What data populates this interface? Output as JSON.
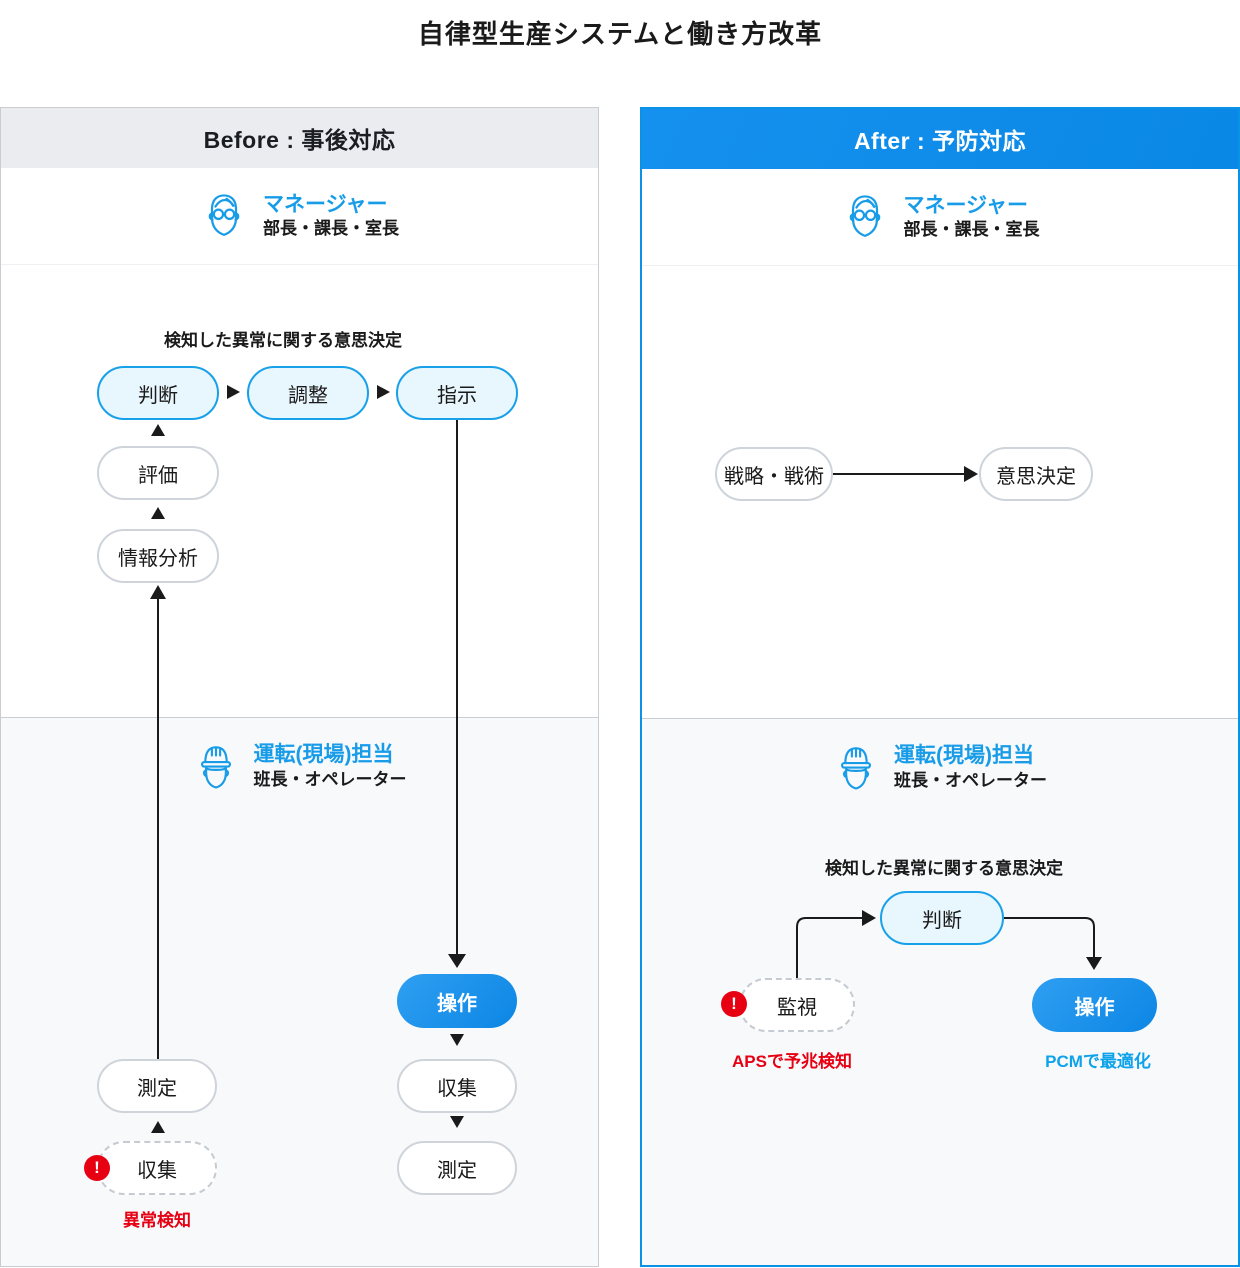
{
  "title": "自律型生産システムと働き方改革",
  "alert_glyph": "!",
  "colors": {
    "accent_blue": "#189ce8",
    "header_blue": "#0d8de9",
    "panel_border_blue": "#0992e6",
    "pill_light_blue_fill": "#e8f6fd",
    "pill_solid_blue": "#0c86e5",
    "alert_red": "#e60012",
    "caption_blue": "#0ea2ea",
    "header_gray": "#eaecf0",
    "band_gray": "#f8f9fb"
  },
  "before": {
    "header": "Before : 事後対応",
    "manager": {
      "title": "マネージャー",
      "subtitle": "部長・課長・室長"
    },
    "operator": {
      "title": "運転(現場)担当",
      "subtitle": "班長・オペレーター"
    },
    "decision_caption": "検知した異常に関する意思決定",
    "pills": {
      "judgment": "判断",
      "adjust": "調整",
      "instruct": "指示",
      "evaluate": "評価",
      "analyze": "情報分析",
      "operate": "操作",
      "collect_chain": "収集",
      "measure_chain": "測定",
      "measure": "測定",
      "collect": "収集"
    },
    "alert_caption": "異常検知"
  },
  "after": {
    "header": "After : 予防対応",
    "manager": {
      "title": "マネージャー",
      "subtitle": "部長・課長・室長"
    },
    "operator": {
      "title": "運転(現場)担当",
      "subtitle": "班長・オペレーター"
    },
    "decision_caption": "検知した異常に関する意思決定",
    "pills": {
      "strategy": "戦略・戦術",
      "decision": "意思決定",
      "judgment": "判断",
      "monitor": "監視",
      "operate": "操作"
    },
    "monitor_caption": "APSで予兆検知",
    "operate_caption": "PCMで最適化"
  }
}
